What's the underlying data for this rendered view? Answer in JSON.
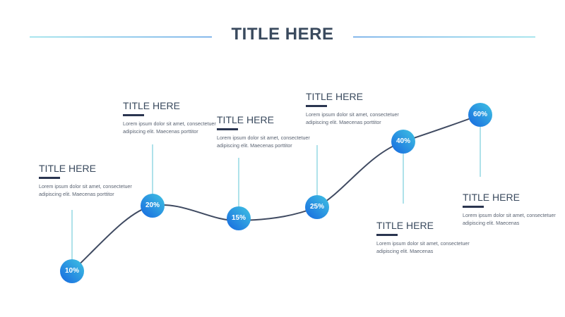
{
  "slide": {
    "title": "TITLE HERE"
  },
  "colors": {
    "curve": "#3f4a61",
    "stem": "#5fc6d6",
    "node_gradient_start": "#40c3e2",
    "node_gradient_end": "#1668e0",
    "title_text": "#3a4a5e",
    "accent_bar": "#2a3550"
  },
  "steps": [
    {
      "value": "10%",
      "title": "TITLE HERE",
      "body": "Lorem ipsum dolor sit amet, consectetuer adipiscing elit. Maecenas porttitor"
    },
    {
      "value": "20%",
      "title": "TITLE HERE",
      "body": "Lorem ipsum dolor sit amet, consectetuer adipiscing elit. Maecenas porttitor"
    },
    {
      "value": "15%",
      "title": "TITLE HERE",
      "body": "Lorem ipsum dolor sit amet, consectetuer adipiscing elit. Maecenas porttitor"
    },
    {
      "value": "25%",
      "title": "TITLE HERE",
      "body": "Lorem ipsum dolor sit amet, consectetuer adipiscing elit. Maecenas porttitor"
    },
    {
      "value": "40%",
      "title": "TITLE HERE",
      "body": "Lorem ipsum dolor sit amet, consectetuer adipiscing elit. Maecenas"
    },
    {
      "value": "60%",
      "title": "TITLE HERE",
      "body": "Lorem ipsum dolor sit amet, consectetuer adipiscing elit. Maecenas"
    }
  ]
}
